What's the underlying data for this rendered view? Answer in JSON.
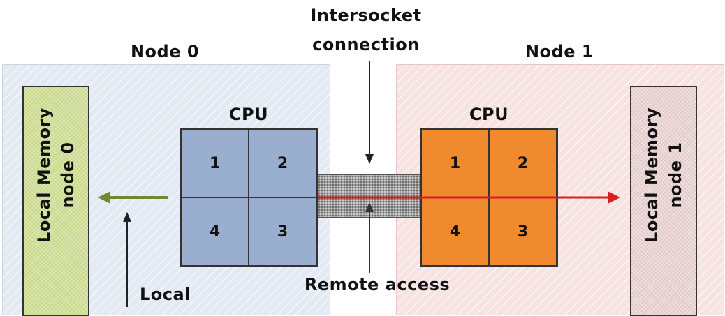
{
  "labels": {
    "intersocket": [
      "Intersocket",
      "connection"
    ],
    "node0": "Node 0",
    "node1": "Node 1",
    "remote_access": "Remote access",
    "local_access": "Local"
  },
  "nodes": [
    {
      "title": "Node 0",
      "cpu_label": "CPU",
      "memory_label": [
        "Local Memory",
        "node 0"
      ],
      "cores": [
        "1",
        "2",
        "4",
        "3"
      ]
    },
    {
      "title": "Node 1",
      "cpu_label": "CPU",
      "memory_label": [
        "Local Memory",
        "node 1"
      ],
      "cores": [
        "1",
        "2",
        "4",
        "3"
      ]
    }
  ],
  "colors": {
    "node0_bg": "#e3eaf4",
    "node1_bg": "#f8e3e3",
    "cpu0": "#9aafcf",
    "cpu1": "#f08a2e",
    "memory0": "#c8d98a",
    "memory1": "#e3c9c9",
    "local_arrow": "#6f8b2f",
    "remote_arrow": "#d62020"
  }
}
